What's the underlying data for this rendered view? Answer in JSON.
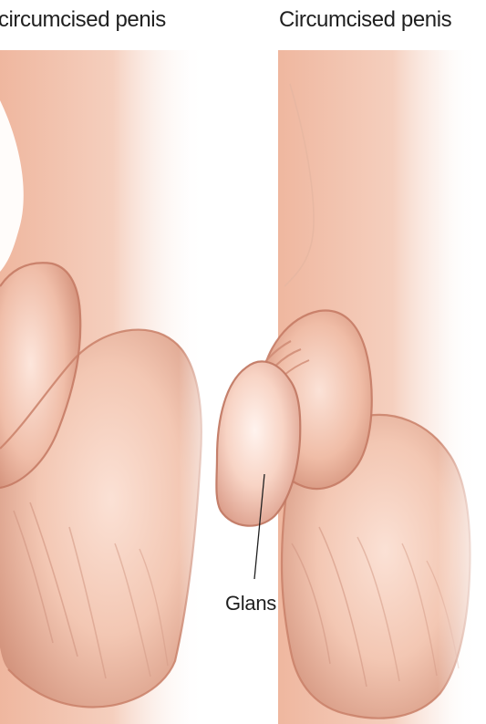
{
  "diagram": {
    "left_panel": {
      "title": "Uncircumcised penis"
    },
    "right_panel": {
      "title": "Circumcised penis"
    },
    "callout": {
      "label": "Glans"
    }
  }
}
